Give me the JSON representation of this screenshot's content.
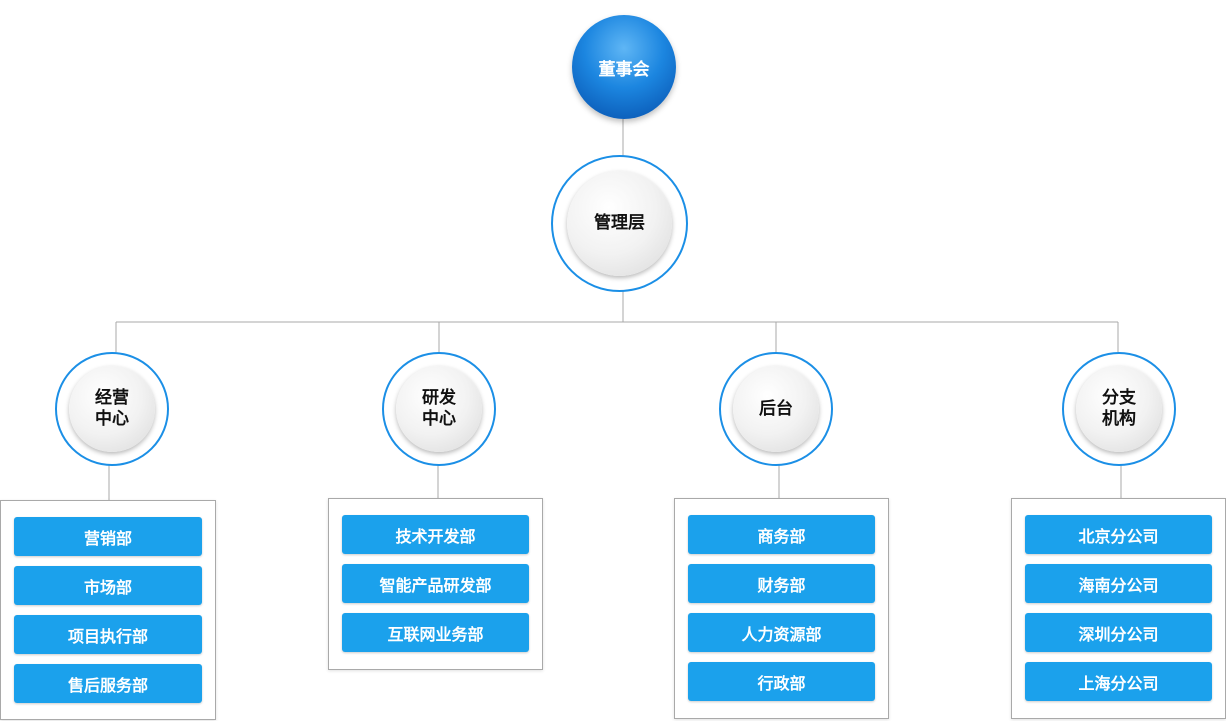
{
  "board": {
    "label": "董事会"
  },
  "management": {
    "label": "管理层"
  },
  "centers": [
    {
      "line1": "经营",
      "line2": "中心",
      "departments": [
        "营销部",
        "市场部",
        "项目执行部",
        "售后服务部"
      ]
    },
    {
      "line1": "研发",
      "line2": "中心",
      "departments": [
        "技术开发部",
        "智能产品研发部",
        "互联网业务部"
      ]
    },
    {
      "line1": "后台",
      "line2": "",
      "departments": [
        "商务部",
        "财务部",
        "人力资源部",
        "行政部"
      ]
    },
    {
      "line1": "分支",
      "line2": "机构",
      "departments": [
        "北京分公司",
        "海南分公司",
        "深圳分公司",
        "上海分公司"
      ]
    }
  ],
  "colors": {
    "accent_blue": "#1b8fe6",
    "department_blue": "#1ba1ec",
    "connector_gray": "#a9a9a9"
  }
}
